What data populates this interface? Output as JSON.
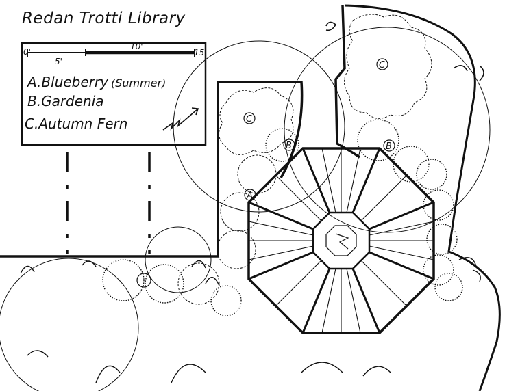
{
  "title": "Redan Trotti Library",
  "legend": {
    "items": [
      {
        "key": "A.",
        "name": "Blueberry",
        "note": "(Summer)"
      },
      {
        "key": "B.",
        "name": "Gardenia",
        "note": ""
      },
      {
        "key": "C.",
        "name": "Autumn Fern",
        "note": ""
      }
    ],
    "scale_labels": [
      "0'",
      "5'",
      "10'",
      "15"
    ],
    "north_arrow_icon": "north-arrow-icon"
  },
  "plant_markers": [
    {
      "label": "C"
    },
    {
      "label": "C"
    },
    {
      "label": "B"
    },
    {
      "label": "B"
    },
    {
      "label": "A"
    }
  ],
  "colors": {
    "ink": "#111111",
    "paper": "#ffffff"
  }
}
